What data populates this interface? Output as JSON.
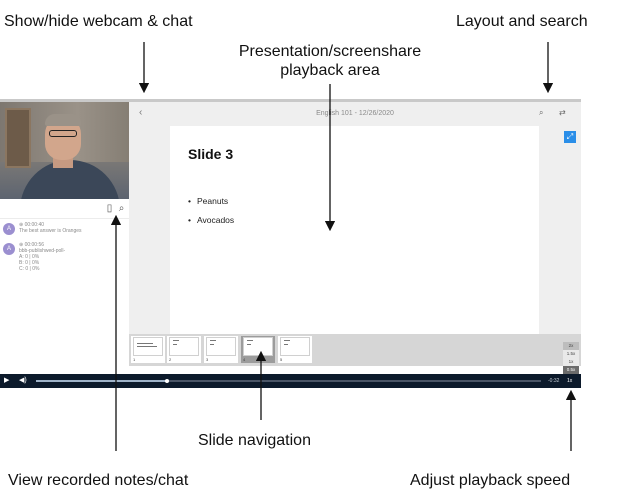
{
  "annotations": {
    "webcam_chat": "Show/hide webcam & chat",
    "layout_search": "Layout and search",
    "playback_area_line1": "Presentation/screenshare",
    "playback_area_line2": "playback area",
    "slide_navigation": "Slide navigation",
    "recorded_notes": "View recorded notes/chat",
    "playback_speed": "Adjust playback speed"
  },
  "player": {
    "presentation_title": "English 101 - 12/26/2020",
    "icons": {
      "back": "chevron-left-icon",
      "search": "search-icon",
      "layout": "swap-icon",
      "fullscreen": "fullscreen-icon",
      "notes": "notes-icon",
      "chat_search": "search-icon"
    },
    "slide": {
      "title": "Slide 3",
      "bullets": [
        "Peanuts",
        "Avocados"
      ]
    },
    "chat": [
      {
        "avatar": "A",
        "time": "⊕ 00:00:40",
        "lines": [
          "The best answer is Oranges"
        ]
      },
      {
        "avatar": "A",
        "time": "⊕ 00:00:56",
        "lines": [
          "bbb-publishwed-poll-",
          "A: 0 | 0%",
          "B: 0 | 0%",
          "C: 0 | 0%"
        ]
      }
    ],
    "thumbnails": [
      {
        "num": "1",
        "active": false
      },
      {
        "num": "2",
        "active": false
      },
      {
        "num": "3",
        "active": false
      },
      {
        "num": "4",
        "active": true
      },
      {
        "num": "5",
        "active": false
      }
    ],
    "speed_options": [
      "2x",
      "1.5x",
      "1x",
      "0.5x"
    ],
    "selected_speed": "0.5x",
    "controls": {
      "play_icon": "play-icon",
      "volume_icon": "volume-icon",
      "progress": 0.26,
      "time_remaining": "-0:32",
      "speed_label": "1x"
    },
    "colors": {
      "controls_bg": "#0c1a2b",
      "fullscreen_btn": "#2a8ee8",
      "avatar": "#9b8fd0"
    }
  }
}
